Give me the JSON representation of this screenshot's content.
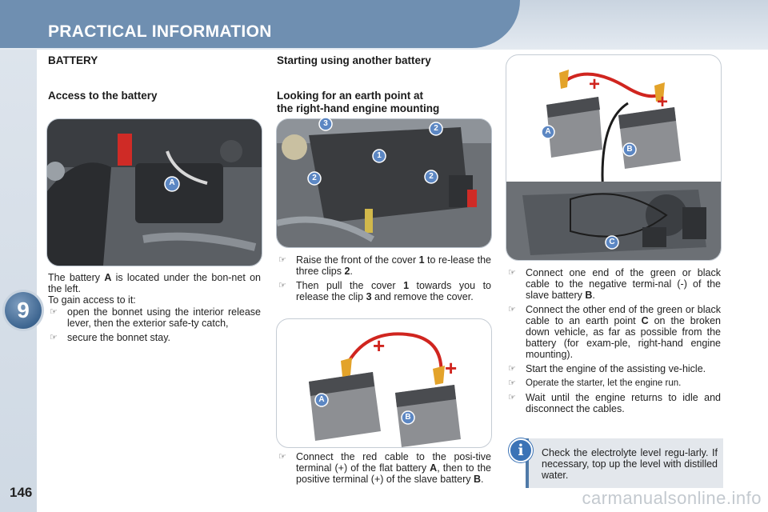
{
  "header": {
    "title": "PRACTICAL INFORMATION"
  },
  "chapter": {
    "number": "9"
  },
  "page": {
    "number": "146",
    "watermark": "carmanualsonline.info"
  },
  "left_column": {
    "section_title": "BATTERY",
    "subtitle": "Access to the battery",
    "photo_label_a": "A",
    "para1_pre": "The battery ",
    "para1_bold": "A",
    "para1_post": " is located under the bon-net on the left.",
    "para2": "To gain access to it:",
    "bullets": [
      "open the bonnet using the interior release lever, then the exterior safe-ty catch,",
      "secure the bonnet stay."
    ]
  },
  "middle_column": {
    "section_title": "Starting using another battery",
    "subtitle_line1": "Looking for an earth point at",
    "subtitle_line2": "the right-hand engine mounting",
    "photo_labels": {
      "one": "1",
      "two": "2",
      "three": "3"
    },
    "bullet1_pre": "Raise the front of the cover ",
    "bullet1_b1": "1",
    "bullet1_mid": " to re-lease the three clips ",
    "bullet1_b2": "2",
    "bullet1_post": ".",
    "bullet2_pre": "Then pull the cover ",
    "bullet2_b1": "1",
    "bullet2_mid": " towards you to release the clip ",
    "bullet2_b2": "3",
    "bullet2_post": " and remove the cover.",
    "battery_labels": {
      "a": "A",
      "b": "B"
    },
    "bullet3_pre": "Connect the red cable to the posi-tive terminal (+) of the flat battery ",
    "bullet3_b1": "A",
    "bullet3_mid": ", then to the positive terminal (+) of the slave battery ",
    "bullet3_b2": "B",
    "bullet3_post": "."
  },
  "right_column": {
    "photo_labels": {
      "a": "A",
      "b": "B",
      "c": "C"
    },
    "bullet1_pre": "Connect one end of the green or black cable to the negative termi-nal (-) of the slave battery ",
    "bullet1_b": "B",
    "bullet1_post": ".",
    "bullet2_pre": "Connect the other end of the green or black cable to an earth point ",
    "bullet2_b": "C",
    "bullet2_post": " on the broken down vehicle, as far as possible from the battery (for exam-ple, right-hand engine mounting).",
    "bullet3": "Start the engine of the assisting ve-hicle.",
    "bullet4": "Operate the starter, let the engine run.",
    "bullet5": "Wait until the engine returns to idle and disconnect the cables."
  },
  "info": {
    "icon": "i",
    "text": "Check the electrolyte level regu-larly. If necessary, top up the level with distilled water."
  },
  "colors": {
    "accent": "#6f8fb1",
    "badge": "#3d6590",
    "info_border": "#4f7aa8",
    "cable_red": "#d0251f",
    "plus_red": "#d0251f"
  },
  "icons": {
    "bullet": "pointing-hand-icon",
    "info": "info-icon"
  }
}
